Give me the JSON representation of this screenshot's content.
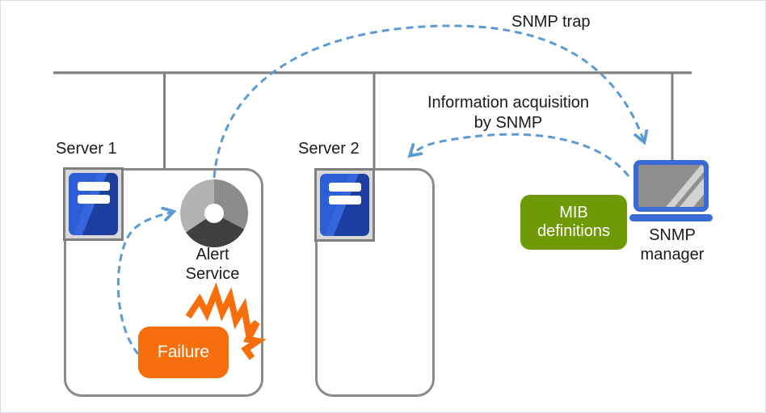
{
  "diagram": {
    "labels": {
      "snmp_trap": "SNMP trap",
      "info_acq_line1": "Information acquisition",
      "info_acq_line2": "by SNMP",
      "server1": "Server 1",
      "server2": "Server 2",
      "alert_line1": "Alert",
      "alert_line2": "Service",
      "failure": "Failure",
      "mib_line1": "MIB",
      "mib_line2": "definitions",
      "manager_line1": "SNMP",
      "manager_line2": "manager"
    },
    "icons": {
      "server1": "server-tower-icon",
      "server2": "server-tower-icon",
      "alert_service": "service-donut-icon",
      "failure": "burst-explosion-icon",
      "snmp_manager": "laptop-icon"
    },
    "colors": {
      "dashed_arrow_blue": "#5B9BD5",
      "failure_orange": "#F76F0C",
      "mib_green": "#6E9B05",
      "laptop_blue": "#3A6BD5",
      "server_icon_blue": "#2C5FD6",
      "server_icon_blue_dark": "#1D3FA0",
      "network_line_gray": "#7F7F7F",
      "box_border_gray": "#8A8A8A",
      "icon_frame_gray": "#D9D9D9",
      "donut_light_gray": "#B3B3B3",
      "donut_mid_gray": "#8C8C8C",
      "donut_dark_gray": "#404040"
    }
  }
}
